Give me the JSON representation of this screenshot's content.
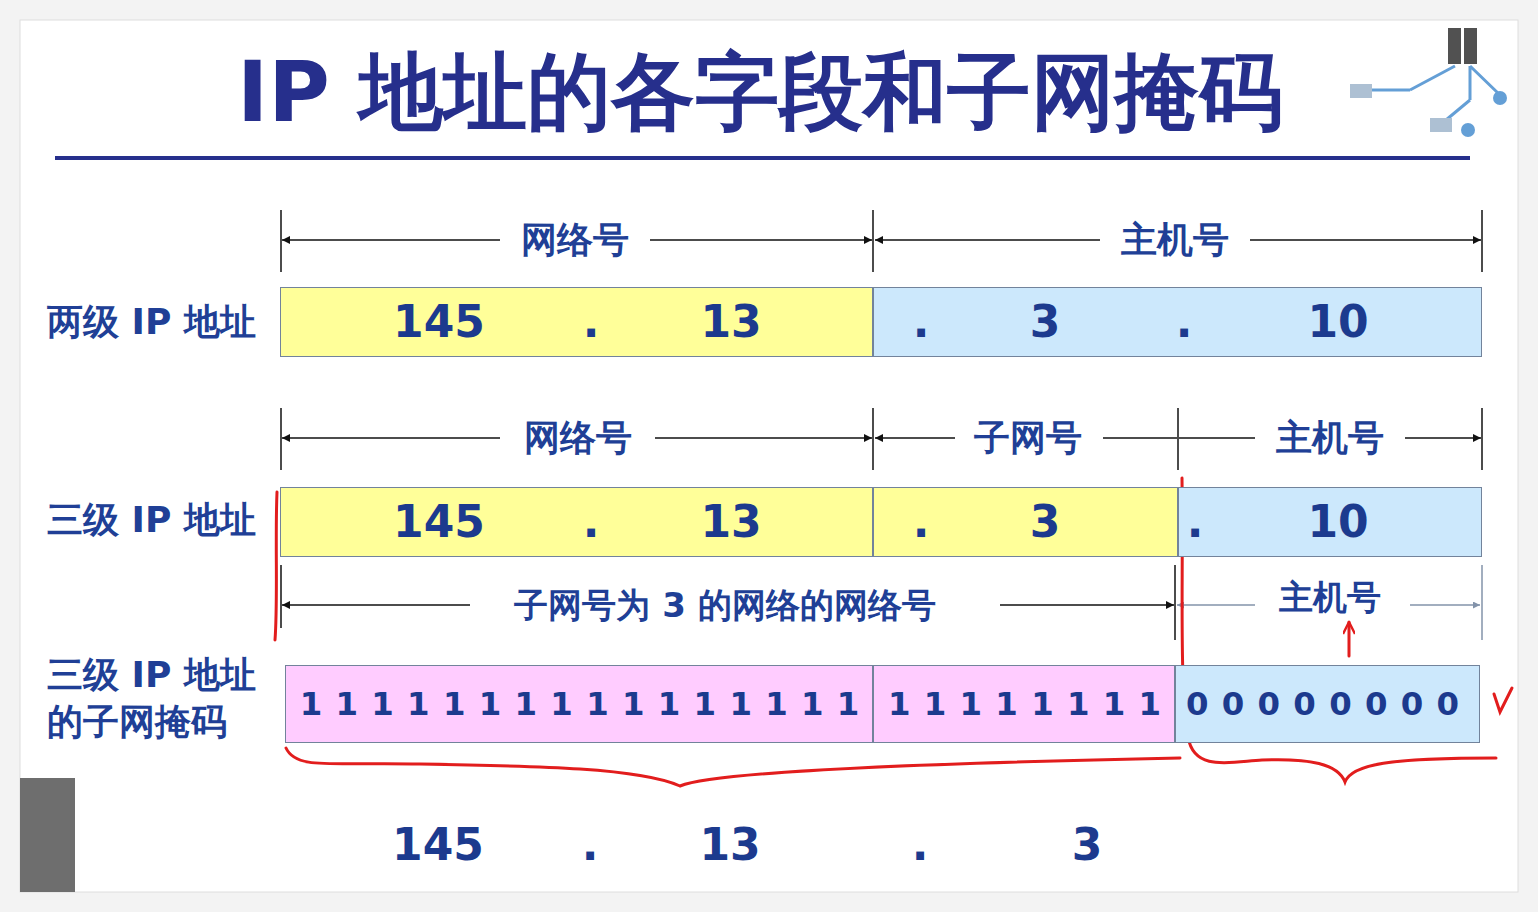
{
  "diagram": {
    "title": "IP 地址的各字段和子网掩码",
    "nodes": [
      {
        "text": [
          "145",
          ".",
          "13"
        ]
      },
      {
        "text": [
          ".",
          "3",
          ".",
          "10"
        ]
      },
      {
        "text": [
          "145",
          ".",
          "13"
        ]
      },
      {
        "text": [
          ".",
          "3"
        ]
      },
      {
        "text": [
          ".",
          "10"
        ]
      },
      {
        "text": [
          "1 1 1 1 1 1 1 1 1 1 1 1 1 1 1 1"
        ]
      },
      {
        "text": [
          "1 1 1 1 1 1 1 1"
        ]
      },
      {
        "text": [
          "0 0 0 0 0 0 0 0"
        ]
      }
    ],
    "labels": [
      "网络号",
      "主机号",
      "两级 IP 地址",
      "网络号",
      "子网号",
      "主机号",
      "三级 IP 地址",
      "子网号为 3 的网络的网络号",
      "主机号",
      "三级 IP 地址 的子网掩码",
      "145",
      ".",
      "13",
      ".",
      "3"
    ]
  }
}
